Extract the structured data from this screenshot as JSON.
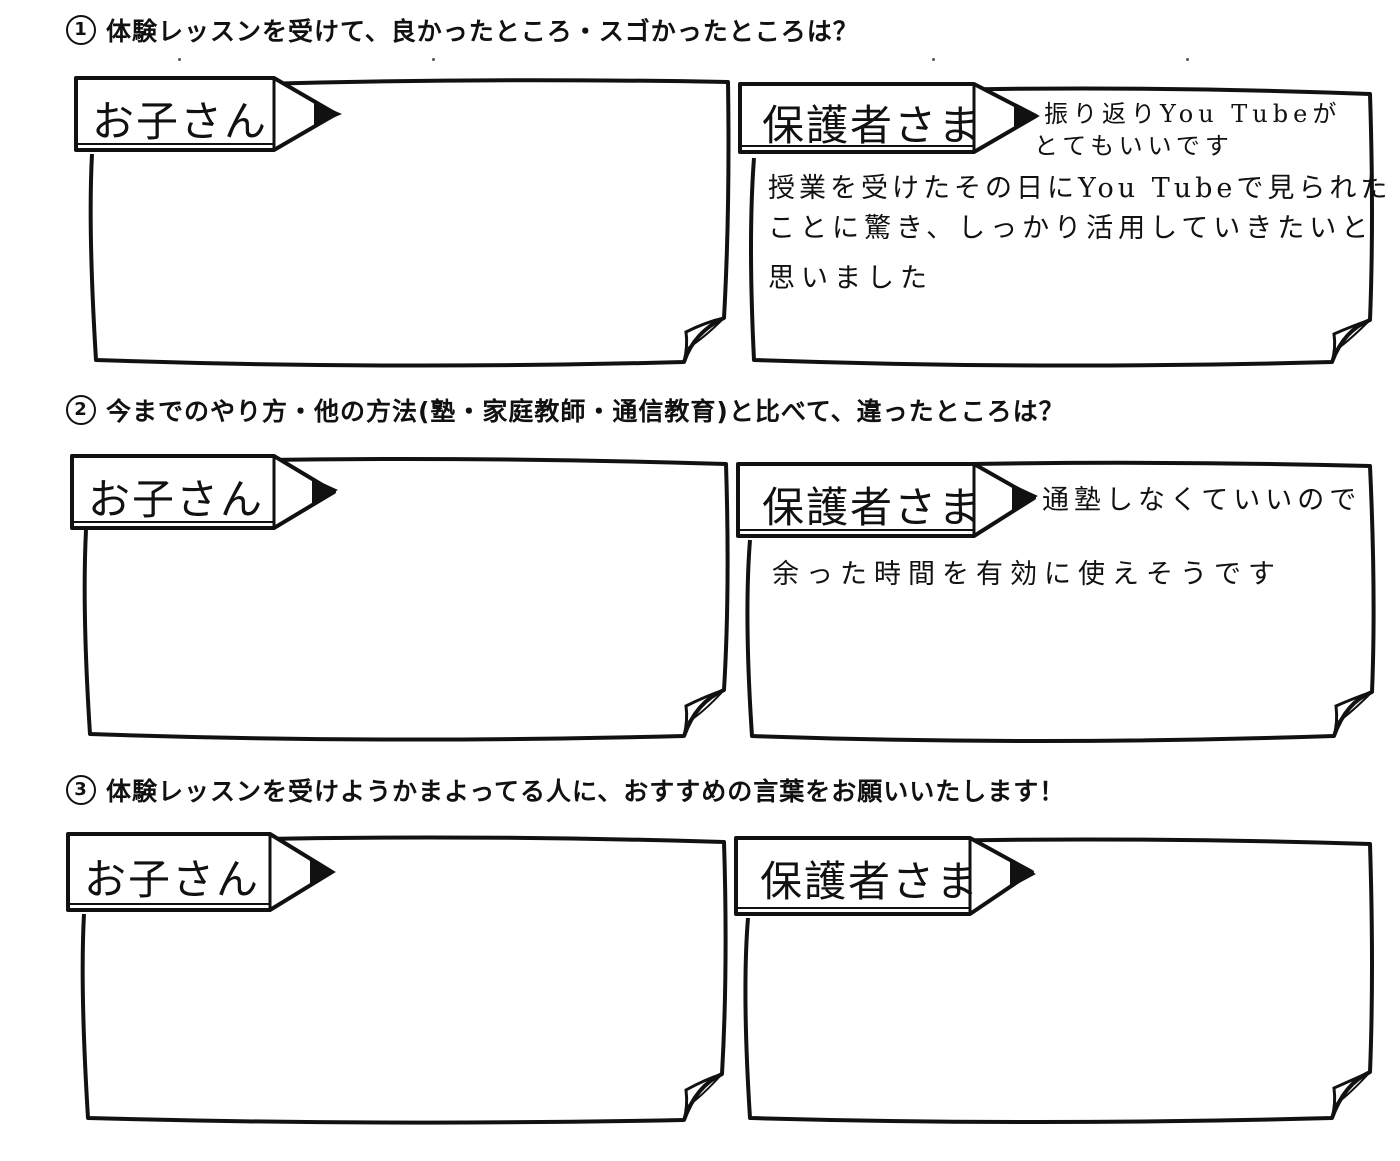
{
  "questions": [
    {
      "number": "1",
      "text": "体験レッスンを受けて、良かったところ・スゴかったところは？"
    },
    {
      "number": "2",
      "text": "今までのやり方・他の方法(塾・家庭教師・通信教育)と比べて、違ったところは？"
    },
    {
      "number": "3",
      "text": "体験レッスンを受けようかまよってる人に、おすすめの言葉をお願いいたします！"
    }
  ],
  "labels": {
    "child": "お子さん",
    "guardian": "保護者さま"
  },
  "answers": {
    "q1_guardian": {
      "line1": "振り返りYou Tubeが",
      "line2": "とてもいいです",
      "line3": "授業を受けたその日にYou Tubeで見られた",
      "line4": "ことに驚き、しっかり活用していきたいと",
      "line5": "思いました"
    },
    "q2_guardian": {
      "line1": "通塾しなくていいので",
      "line2": "余った時間を有効に使えそうです"
    }
  }
}
